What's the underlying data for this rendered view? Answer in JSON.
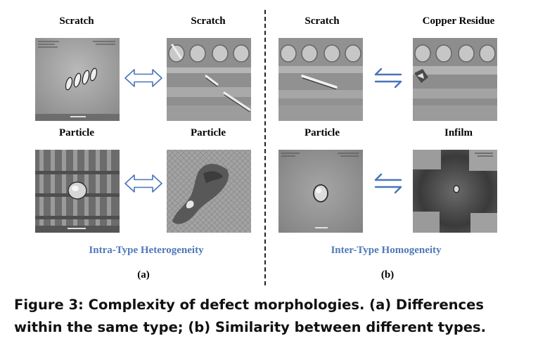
{
  "panel_a": {
    "labels": {
      "top_left": "Scratch",
      "top_right": "Scratch",
      "bottom_left": "Particle",
      "bottom_right": "Particle"
    },
    "subtitle": "Intra-Type Heterogeneity",
    "tag": "(a)"
  },
  "panel_b": {
    "labels": {
      "top_left": "Scratch",
      "top_right": "Copper Residue",
      "bottom_left": "Particle",
      "bottom_right": "Infilm"
    },
    "subtitle": "Inter-Type Homogeneity",
    "tag": "(b)"
  },
  "figure_caption": {
    "line1": "Figure 3: Complexity of defect morphologies. (a) Differences",
    "line2": "within the same type; (b) Similarity between different types."
  },
  "colors": {
    "accent_blue": "#4a74b8",
    "subtitle_blue": "#4f78b9"
  },
  "icons": {
    "panel_a_arrows": "double-headed-outline-arrow",
    "panel_b_arrows": "swap-harpoon-arrows"
  }
}
